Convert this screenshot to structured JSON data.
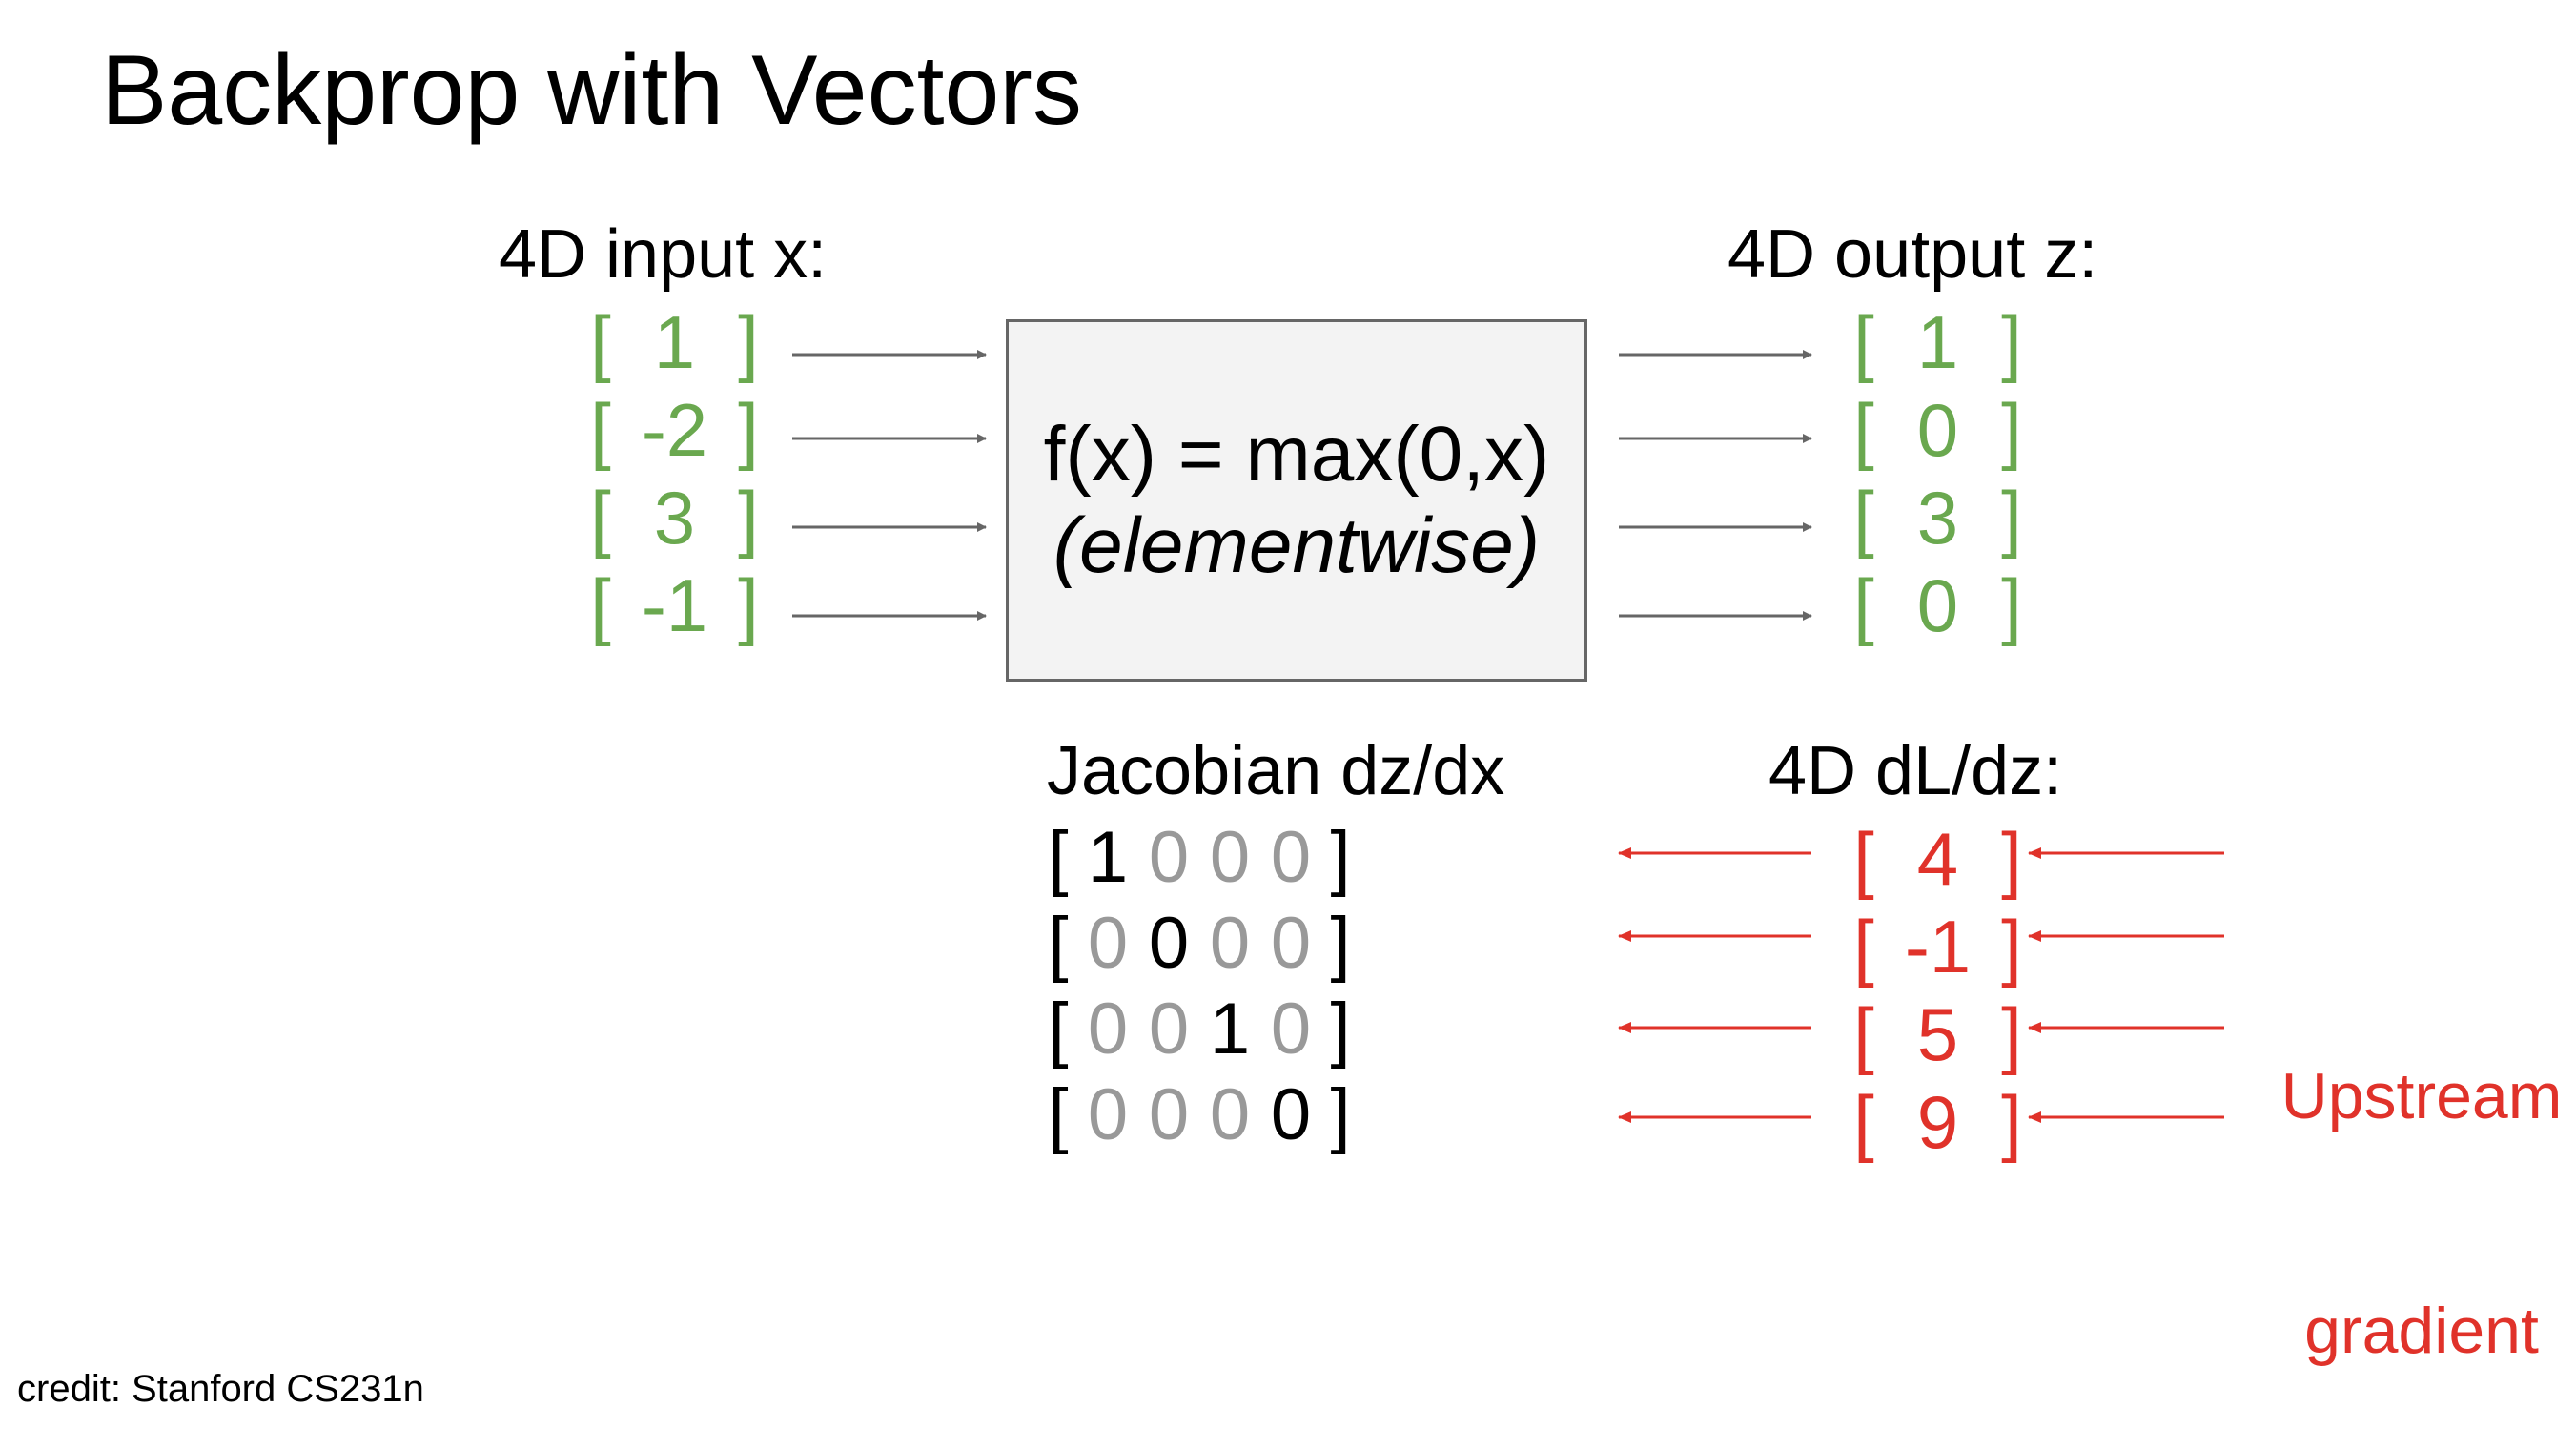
{
  "title": "Backprop with Vectors",
  "input": {
    "label": "4D input x:",
    "values": [
      "1",
      "-2",
      "3",
      "-1"
    ]
  },
  "function_box": {
    "line1": "f(x) = max(0,x)",
    "line2": "(elementwise)"
  },
  "output": {
    "label": "4D output z:",
    "values": [
      "1",
      "0",
      "3",
      "0"
    ]
  },
  "jacobian": {
    "label": "Jacobian dz/dx",
    "rows": [
      [
        "1",
        "0",
        "0",
        "0"
      ],
      [
        "0",
        "0",
        "0",
        "0"
      ],
      [
        "0",
        "0",
        "1",
        "0"
      ],
      [
        "0",
        "0",
        "0",
        "0"
      ]
    ]
  },
  "upstream": {
    "label": "4D dL/dz:",
    "values": [
      "4",
      "-1",
      "5",
      "9"
    ],
    "annotation_line1": "Upstream",
    "annotation_line2": "gradient"
  },
  "credit": "credit: Stanford CS231n",
  "colors": {
    "forward_values": "#6aa84f",
    "gradient": "#e0322a",
    "forward_arrow": "#666666",
    "jacobian_diagonal": "#000000",
    "jacobian_offdiagonal": "#999999",
    "box_fill": "#f3f3f3"
  },
  "brackets": {
    "open": "[",
    "close": "]"
  }
}
